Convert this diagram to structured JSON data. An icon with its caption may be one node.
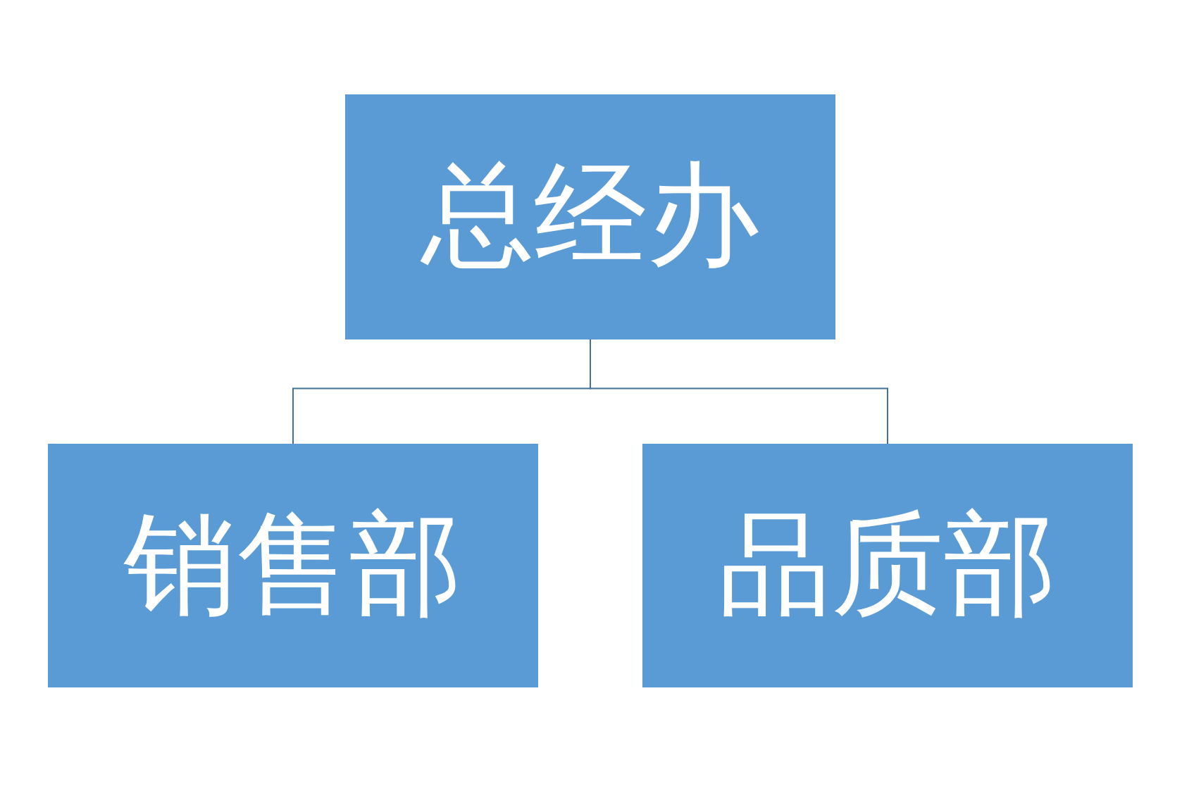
{
  "diagram": {
    "nodes": [
      {
        "text": [
          "总经办"
        ]
      },
      {
        "text": [
          "销售部"
        ]
      },
      {
        "text": [
          "品质部"
        ]
      }
    ],
    "edges": [
      {
        "from": 0,
        "to": 1,
        "arrow": "none"
      },
      {
        "from": 0,
        "to": 2,
        "arrow": "none"
      }
    ]
  }
}
